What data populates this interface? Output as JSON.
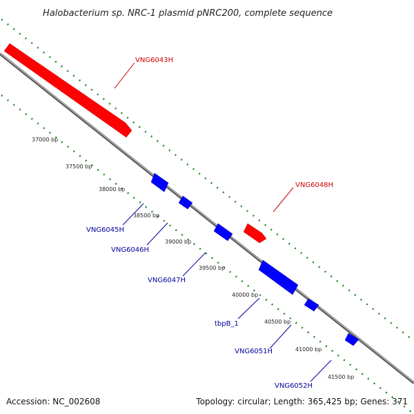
{
  "title": "Halobacterium sp. NRC-1 plasmid pNRC200, complete sequence",
  "footer": {
    "accession": "Accession: NC_002608",
    "topology": "Topology: circular; Length: 365,425 bp; Genes: 371"
  },
  "ticks": [
    "37000 bp",
    "37500 bp",
    "38000 bp",
    "38500 bp",
    "39000 bp",
    "39500 bp",
    "40000 bp",
    "40500 bp",
    "41000 bp",
    "41500 bp"
  ],
  "genes": {
    "g6043": "VNG6043H",
    "g6048": "VNG6048H",
    "g6045": "VNG6045H",
    "g6046": "VNG6046H",
    "g6047": "VNG6047H",
    "tbpB": "tbpB_1",
    "g6051": "VNG6051H",
    "g6052": "VNG6052H"
  },
  "colors": {
    "forward_gene": "#ff0000",
    "reverse_gene": "#0000ff",
    "backbone": "#888888",
    "tick_dots": "#228822",
    "reverse_label": "#000099",
    "forward_label": "#cc0000"
  }
}
